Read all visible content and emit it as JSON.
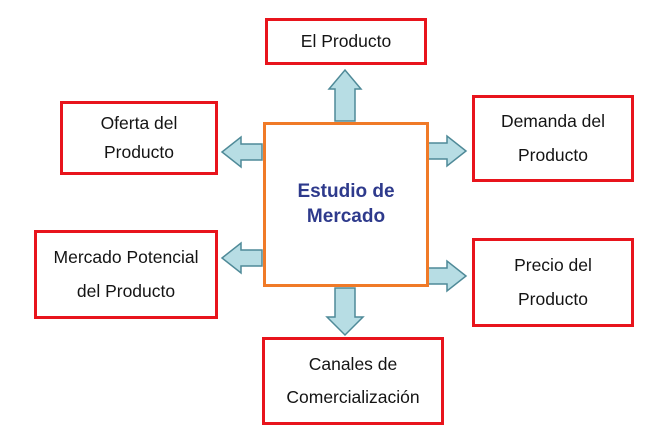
{
  "center": {
    "line1": "Estudio de",
    "line2": "Mercado",
    "border_color": "#f07a28",
    "text_color": "#2e3a8c"
  },
  "boxes": {
    "top": {
      "line1": "El Producto"
    },
    "left_upper": {
      "line1": "Oferta del",
      "line2": "Producto"
    },
    "right_upper": {
      "line1": "Demanda del",
      "line2": "Producto"
    },
    "left_lower": {
      "line1": "Mercado Potencial",
      "line2": "del Producto"
    },
    "right_lower": {
      "line1": "Precio del",
      "line2": "Producto"
    },
    "bottom": {
      "line1": "Canales de",
      "line2": "Comercialización"
    }
  },
  "colors": {
    "box_border": "#e8141c",
    "arrow_fill": "#b7dde4",
    "arrow_stroke": "#4f8a98"
  }
}
